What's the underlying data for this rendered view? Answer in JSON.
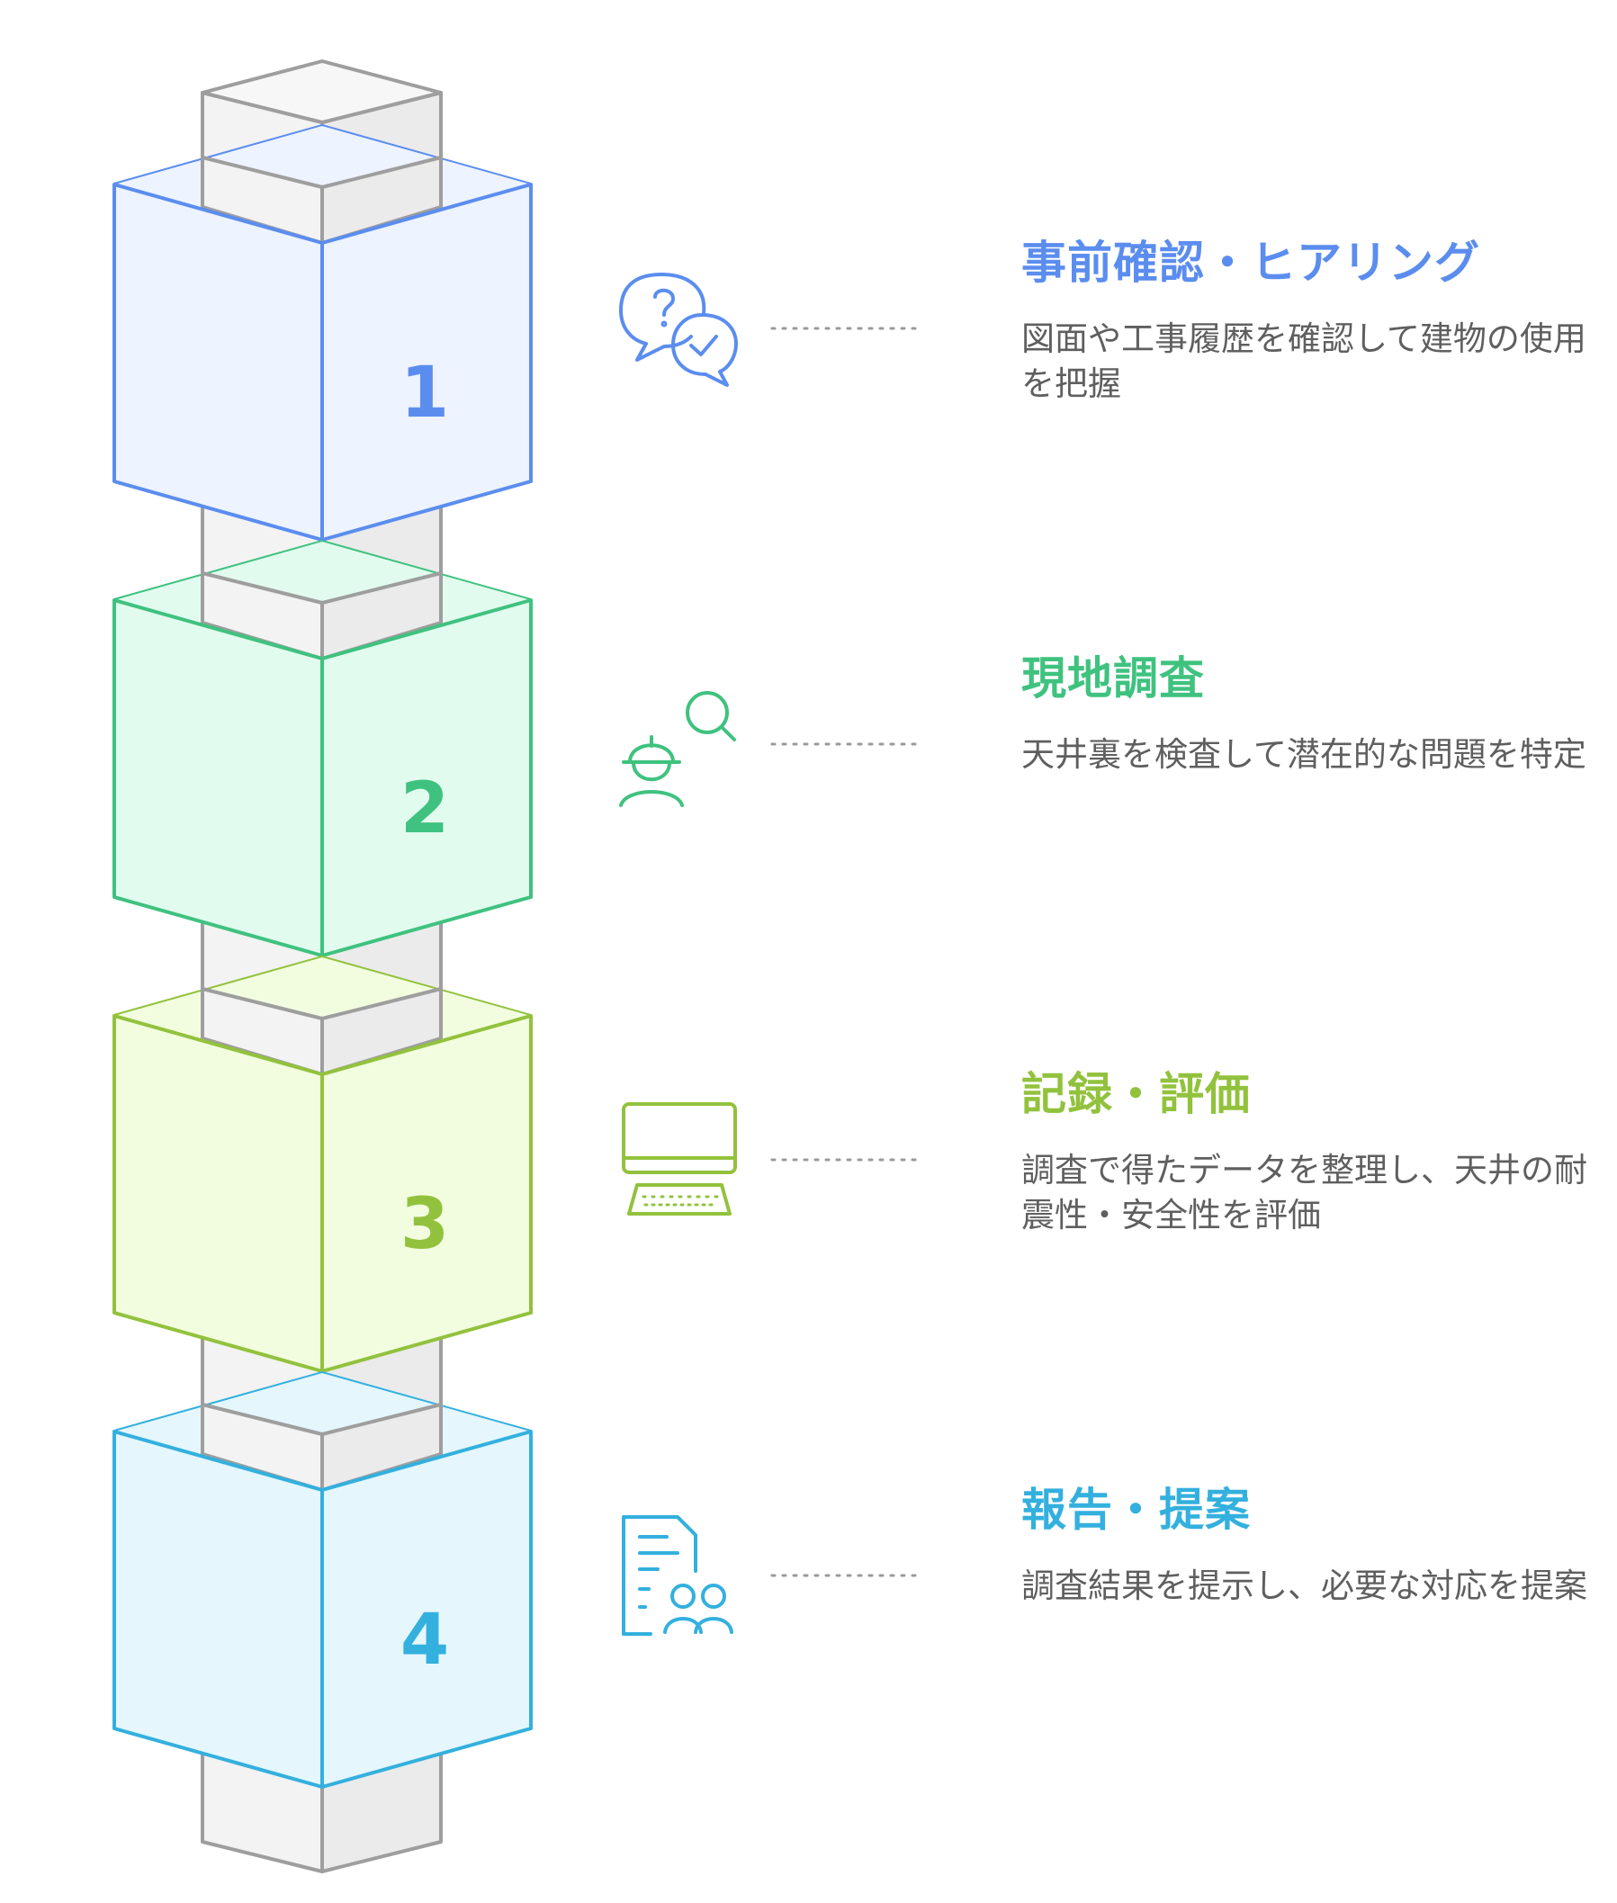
{
  "steps": [
    {
      "number": "1",
      "title": "事前確認・ヒアリング",
      "description": "図面や工事履歴を確認して建物の使用を把握",
      "icon": "chat-question-check-icon",
      "color": "#5b8def",
      "fill": "#edf3ff"
    },
    {
      "number": "2",
      "title": "現地調査",
      "description": "天井裏を検査して潜在的な問題を特定",
      "icon": "inspector-search-icon",
      "color": "#3fc27f",
      "fill": "#e2fbef"
    },
    {
      "number": "3",
      "title": "記録・評価",
      "description": "調査で得たデータを整理し、天井の耐震性・安全性を評価",
      "icon": "computer-keyboard-icon",
      "color": "#92c23d",
      "fill": "#f2fddf"
    },
    {
      "number": "4",
      "title": "報告・提案",
      "description": "調査結果を提示し、必要な対応を提案",
      "icon": "report-people-icon",
      "color": "#33b0de",
      "fill": "#e5f6fd"
    }
  ],
  "pillar": {
    "fill_light": "#f3f3f3",
    "fill_side": "#ebebeb",
    "stroke": "#9e9e9e"
  }
}
